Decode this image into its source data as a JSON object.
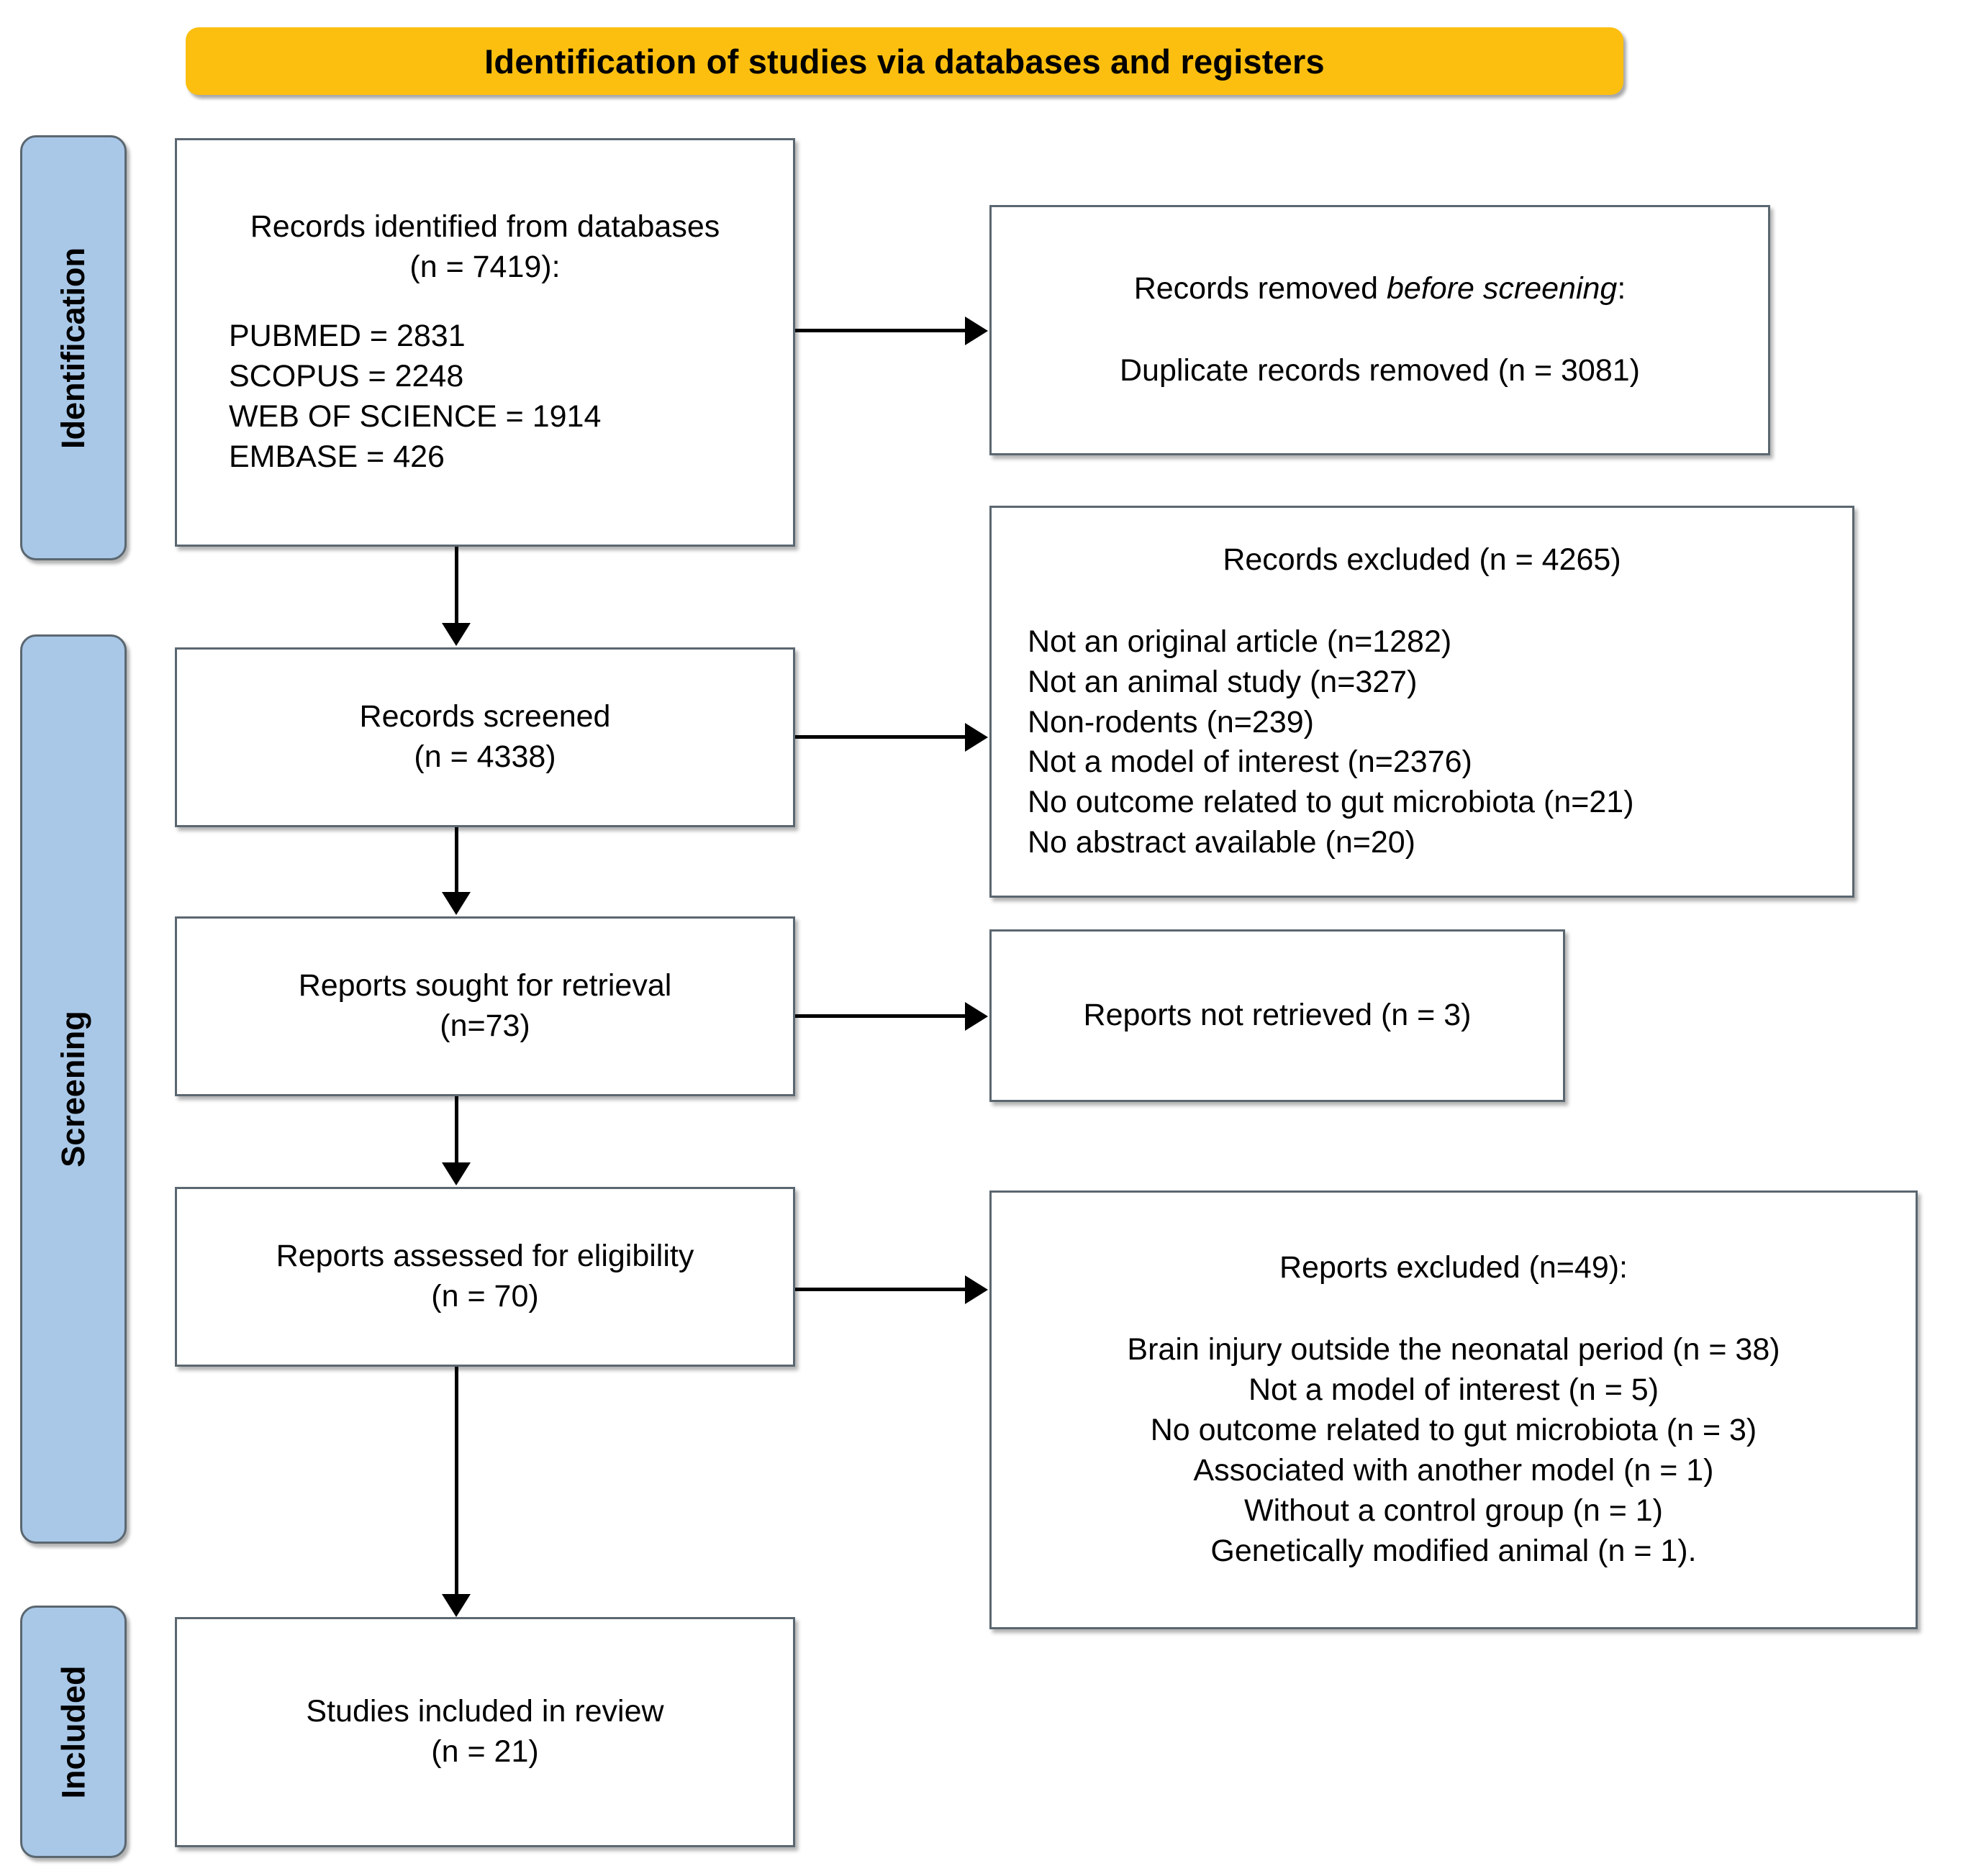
{
  "banner": {
    "title": "Identification of studies via databases and registers",
    "color": "#FCBF10"
  },
  "stages": {
    "color": "#A9C8E8",
    "identification": "Identification",
    "screening": "Screening",
    "included": "Included"
  },
  "boxes": {
    "identified": {
      "line1": "Records identified from databases",
      "line2": "(n = 7419):",
      "sources": [
        "PUBMED = 2831",
        "SCOPUS = 2248",
        "WEB OF SCIENCE = 1914",
        "EMBASE = 426"
      ]
    },
    "removed": {
      "lead": "Records removed ",
      "lead_italic": "before screening",
      "lead_tail": ":",
      "line2": "Duplicate records removed (n = 3081)"
    },
    "screened": {
      "line1": "Records screened",
      "line2": "(n = 4338)"
    },
    "records_excluded": {
      "heading": "Records excluded (n = 4265)",
      "reasons": [
        "Not an original article (n=1282)",
        "Not an animal study (n=327)",
        "Non-rodents (n=239)",
        "Not a model of interest (n=2376)",
        "No outcome related to gut microbiota (n=21)",
        "No abstract available (n=20)"
      ]
    },
    "sought": {
      "line1": "Reports sought for retrieval",
      "line2": "(n=73)"
    },
    "not_retrieved": {
      "line1": "Reports not retrieved (n = 3)"
    },
    "assessed": {
      "line1": "Reports assessed for eligibility",
      "line2": "(n = 70)"
    },
    "reports_excluded": {
      "heading": "Reports excluded (n=49):",
      "reasons": [
        "Brain injury outside the neonatal period (n = 38)",
        "Not a model of interest (n = 5)",
        "No outcome related to gut microbiota (n = 3)",
        "Associated with another model (n = 1)",
        "Without a control group (n = 1)",
        "Genetically modified animal (n = 1)."
      ]
    },
    "included": {
      "line1": "Studies included in review",
      "line2": "(n = 21)"
    }
  }
}
